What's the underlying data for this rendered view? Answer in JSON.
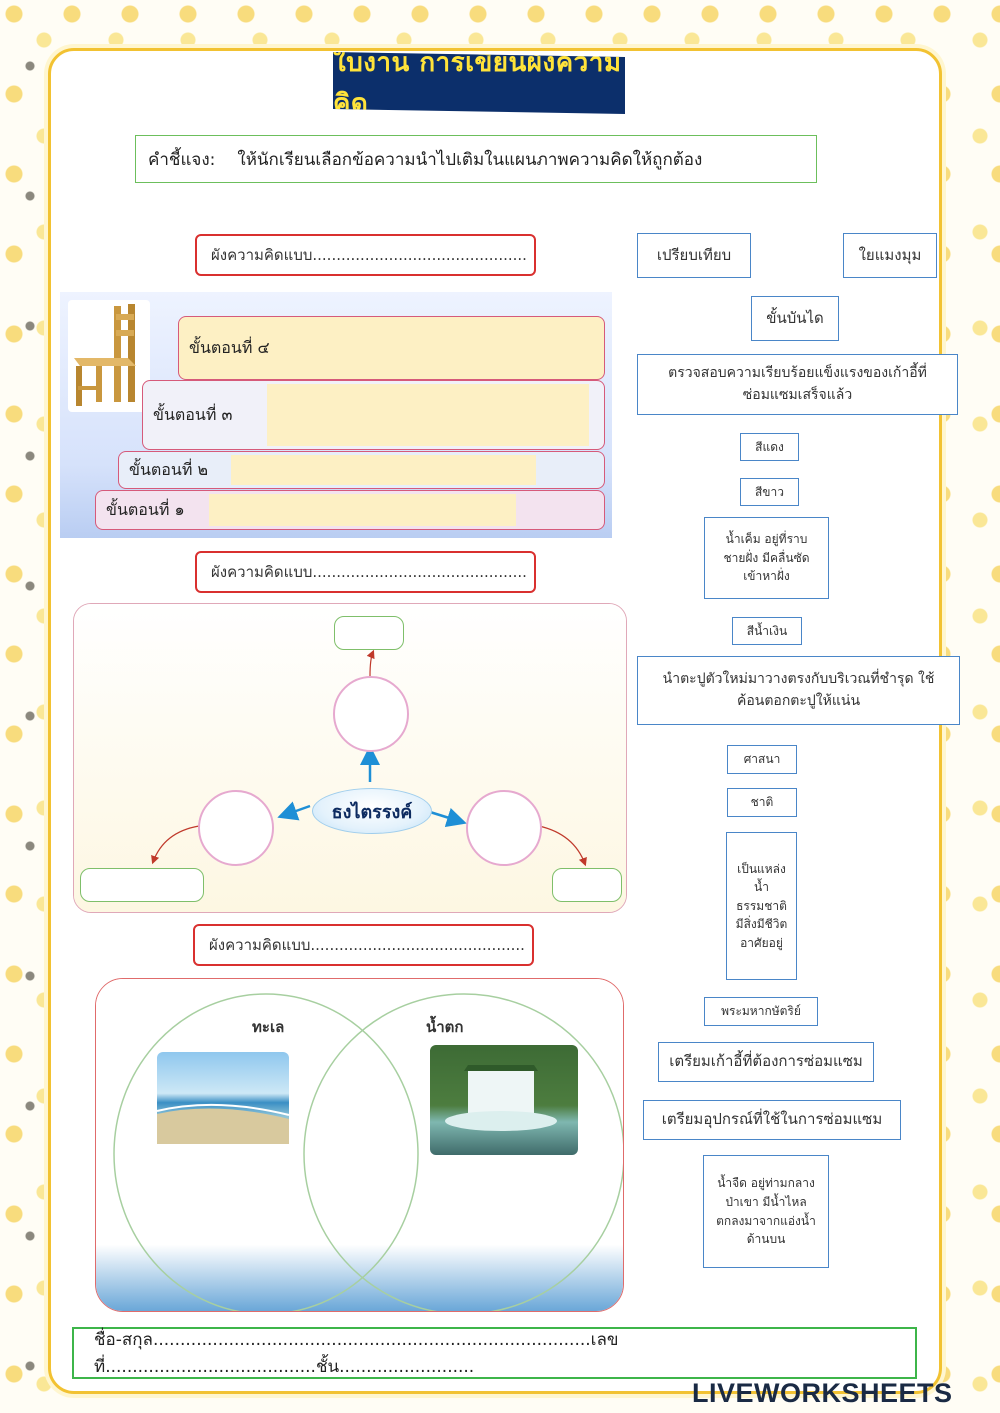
{
  "title": "ใบงาน การเขียนผังความคิด",
  "instruction": {
    "label": "คำชี้แจง:",
    "text": "ให้นักเรียนเลือกข้อความนำไปเติมในแผนภาพความคิดให้ถูกต้อง"
  },
  "map_type_label": "ผังความคิดแบบ.............................................",
  "staircase": {
    "steps": [
      "ขั้นตอนที่ ๔",
      "ขั้นตอนที่ ๓",
      "ขั้นตอนที่ ๒",
      "ขั้นตอนที่ ๑"
    ]
  },
  "bubble_map": {
    "center": "ธงไตรรงค์"
  },
  "venn": {
    "left_label": "ทะเล",
    "right_label": "น้ำตก"
  },
  "word_bank": [
    "เปรียบเทียบ",
    "ใยแมงมุม",
    "ขั้นบันได",
    "ตรวจสอบความเรียบร้อยแข็งแรงของเก้าอี้ที่ซ่อมแซมเสร็จแล้ว",
    "สีแดง",
    "สีขาว",
    "น้ำเค็ม อยู่ที่ราบชายฝั่ง มีคลื่นซัดเข้าหาฝั่ง",
    "สีน้ำเงิน",
    "นำตะปูตัวใหม่มาวางตรงกับบริเวณที่ชำรุด ใช้ค้อนตอกตะปูให้แน่น",
    "ศาสนา",
    "ชาติ",
    "เป็นแหล่งน้ำธรรมชาติ มีสิ่งมีชีวิตอาศัยอยู่",
    "พระมหากษัตริย์",
    "เตรียมเก้าอี้ที่ต้องการซ่อมแซม",
    "เตรียมอุปกรณ์ที่ใช้ในการซ่อมแซม",
    "น้ำจืด อยู่ท่ามกลางป่าเขา มีน้ำไหลตกลงมาจากแอ่งน้ำด้านบน"
  ],
  "footer": {
    "text": "ชื่อ-สกุล.................................................................................เลขที่.......................................ชั้น........................."
  },
  "brand": "LIVEWORKSHEETS",
  "colors": {
    "banner": "#0c2f6b",
    "banner_text": "#ffe33a",
    "step_border": "#d65a7a",
    "map_label_border": "#d9302f"
  }
}
